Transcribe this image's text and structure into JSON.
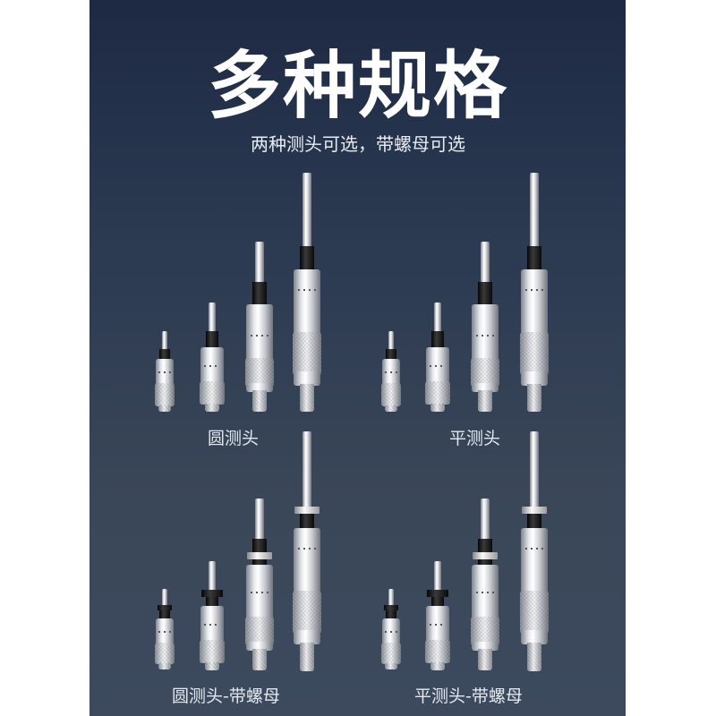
{
  "page": {
    "background_color": "#ffffff",
    "panel_color_top": "#1e2a44",
    "panel_color_bottom": "#3d4a5e",
    "title": "多种规格",
    "subtitle": "两种测头可选，带螺母可选"
  },
  "groups": [
    {
      "label": "圆测头",
      "probe": "round",
      "with_nut": false,
      "count": 4
    },
    {
      "label": "平测头",
      "probe": "flat",
      "with_nut": false,
      "count": 4
    },
    {
      "label": "圆测头-带螺母",
      "probe": "round",
      "with_nut": true,
      "count": 4
    },
    {
      "label": "平测头-带螺母",
      "probe": "flat",
      "with_nut": true,
      "count": 4
    }
  ],
  "product_icon": "micrometer-head-icon"
}
